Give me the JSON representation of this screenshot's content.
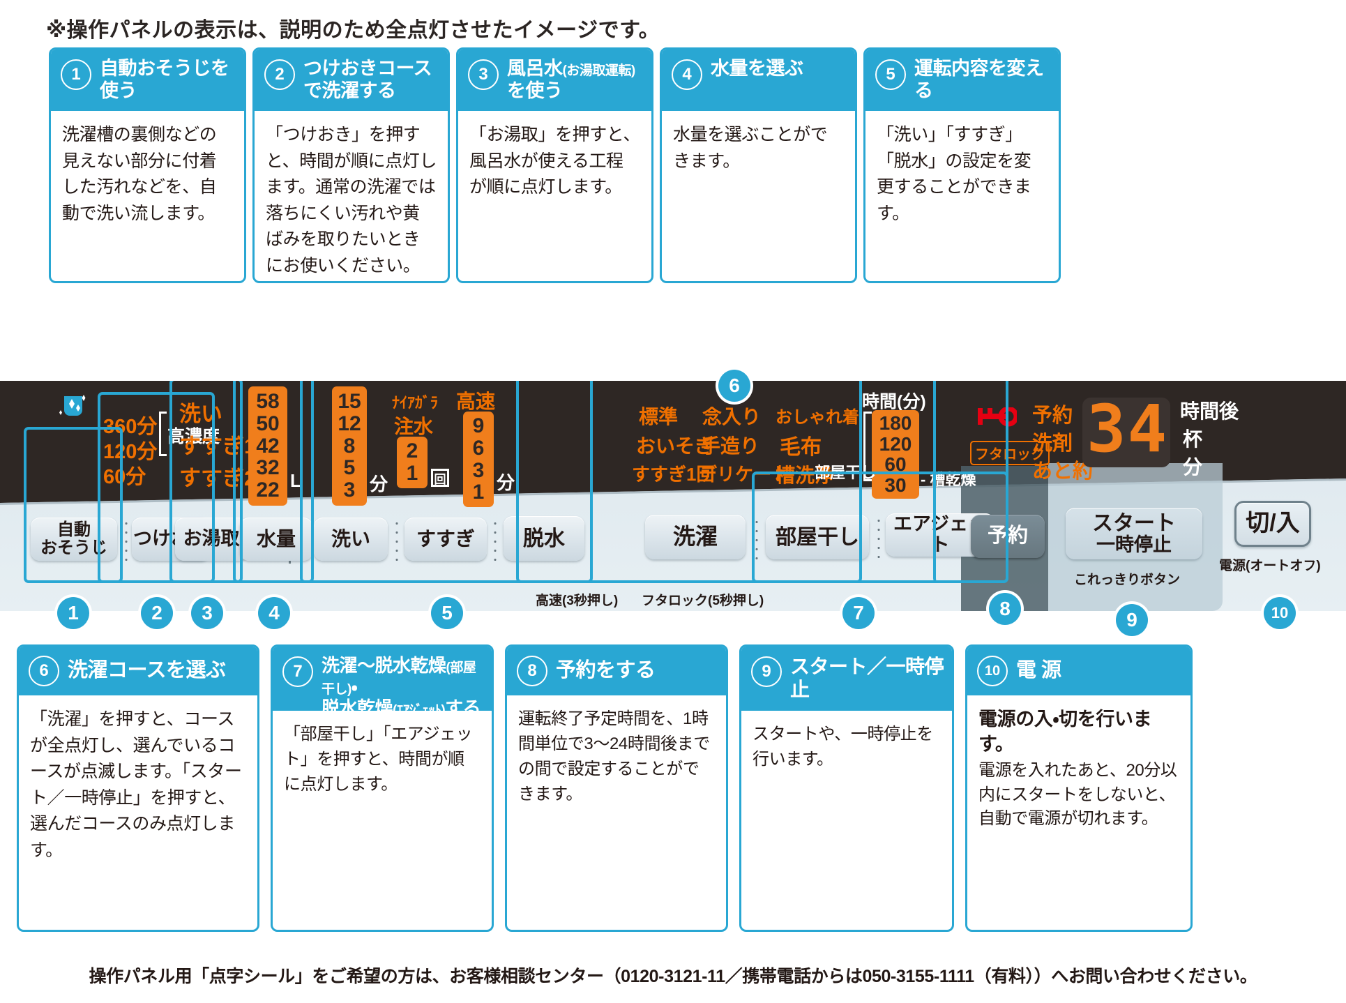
{
  "top_note": "※操作パネルの表示は、説明のため全点灯させたイメージです。",
  "top_cards": [
    {
      "num": "1",
      "title": "自動おそうじを使う",
      "body": "洗濯槽の裏側などの見えない部分に付着した汚れなどを、自動で洗い流します。"
    },
    {
      "num": "2",
      "title": "つけおきコースで洗濯する",
      "body": "「つけおき」を押すと、時間が順に点灯します。通常の洗濯では落ちにくい汚れや黄ばみを取りたいときにお使いください。"
    },
    {
      "num": "3",
      "title_main": "風呂水",
      "title_small": "(お湯取運転)",
      "title_tail": "を使う",
      "body": "「お湯取」を押すと、風呂水が使える工程が順に点灯します。"
    },
    {
      "num": "4",
      "title": "水量を選ぶ",
      "body": "水量を選ぶことができます。"
    },
    {
      "num": "5",
      "title": "運転内容を変える",
      "body": "「洗い」「すすぎ」「脱水」の設定を変更することができます。"
    }
  ],
  "bottom_cards": [
    {
      "num": "6",
      "title": "洗濯コースを選ぶ",
      "body": "「洗濯」を押すと、コースが全点灯し、選んでいるコースが点滅します。「スタート／一時停止」を押すと、選んだコースのみ点灯します。"
    },
    {
      "num": "7",
      "title_l1a": "洗濯～脱水乾燥",
      "title_l1b": "(部屋干し)",
      "title_l1c": "・",
      "title_l2a": "脱水乾燥",
      "title_l2b": "(ｴｱｼﾞｪｯﾄ)",
      "title_l2c": "する",
      "body": "「部屋干し」「エアジェット」を押すと、時間が順に点灯します。"
    },
    {
      "num": "8",
      "title": "予約をする",
      "body": "運転終了予定時間を、1時間単位で3～24時間後までの間で設定することができます。"
    },
    {
      "num": "9",
      "title": "スタート／一時停止",
      "body": "スタートや、一時停止を行います。"
    },
    {
      "num": "10",
      "title": "電 源",
      "body_bold": "電源の入・切を行います。",
      "body_small": "電源を入れたあと、20分以内にスタートをしないと、自動で電源が切れます。"
    }
  ],
  "panel": {
    "auto_clean": {
      "icon_name": "sparkle-tub-icon",
      "button_line1": "自動",
      "button_line2": "おそうじ"
    },
    "tsukeoki": {
      "times": [
        "360分",
        "120分",
        "60分"
      ],
      "bracket_label": "高濃度",
      "button": "つけおき"
    },
    "oyutori": {
      "items": [
        "洗い",
        "すすぎ1",
        "すすぎ2"
      ],
      "button": "お湯取"
    },
    "suiryo": {
      "values": [
        "58",
        "50",
        "42",
        "32",
        "22"
      ],
      "unit": "L",
      "button": "水量"
    },
    "wash_settings": {
      "wash_minutes": [
        "15",
        "12",
        "8",
        "5",
        "3"
      ],
      "wash_unit": "分",
      "niagara_label": "ﾅｲｱｶﾞﾗ",
      "chusui_label": "注水",
      "rinse_counts": [
        "2",
        "1"
      ],
      "rinse_unit": "回",
      "kosoku_label": "高速",
      "spin_minutes": [
        "9",
        "6",
        "3",
        "1"
      ],
      "spin_unit": "分",
      "buttons": [
        "洗い",
        "すすぎ",
        "脱水"
      ],
      "note": "高速(3秒押し)"
    },
    "courses": {
      "row1": [
        "標準",
        "念入り",
        "おしゃれ着"
      ],
      "row2": [
        "おいそぎ",
        "手造り",
        "毛布"
      ],
      "row3": [
        "すすぎ1回",
        "デリケート",
        "槽洗浄"
      ],
      "button": "洗濯",
      "note": "フタロック(5秒押し)"
    },
    "dry": {
      "time_label": "時間(分)",
      "times": [
        "180",
        "120",
        "60",
        "30"
      ],
      "left_label": "部屋干し",
      "right_label": "槽乾燥",
      "buttons": [
        "部屋干し",
        "エアジェット"
      ]
    },
    "reserve": {
      "key_icon_name": "key-icon",
      "futalock_label": "フタロック",
      "labels": [
        "予約",
        "洗剤",
        "あと約"
      ],
      "display_value": "34",
      "units": [
        "時間後",
        "杯",
        "分"
      ],
      "button": "予約"
    },
    "start": {
      "line1": "スタート",
      "line2": "一時停止",
      "note": "これっきりボタン"
    },
    "power": {
      "button": "切/入",
      "label": "電源(オートオフ)"
    },
    "callout_numbers": [
      "1",
      "2",
      "3",
      "4",
      "5",
      "6",
      "7",
      "8",
      "9",
      "10"
    ]
  },
  "footer": "操作パネル用「点字シール」をご希望の方は、お客様相談センター（0120-3121-11／携帯電話からは050-3155-1111（有料））へお問い合わせください。",
  "colors": {
    "accent_blue": "#29a7d3",
    "panel_orange": "#f07e1c",
    "panel_dark": "#2e2724",
    "key_red": "#e60012"
  }
}
